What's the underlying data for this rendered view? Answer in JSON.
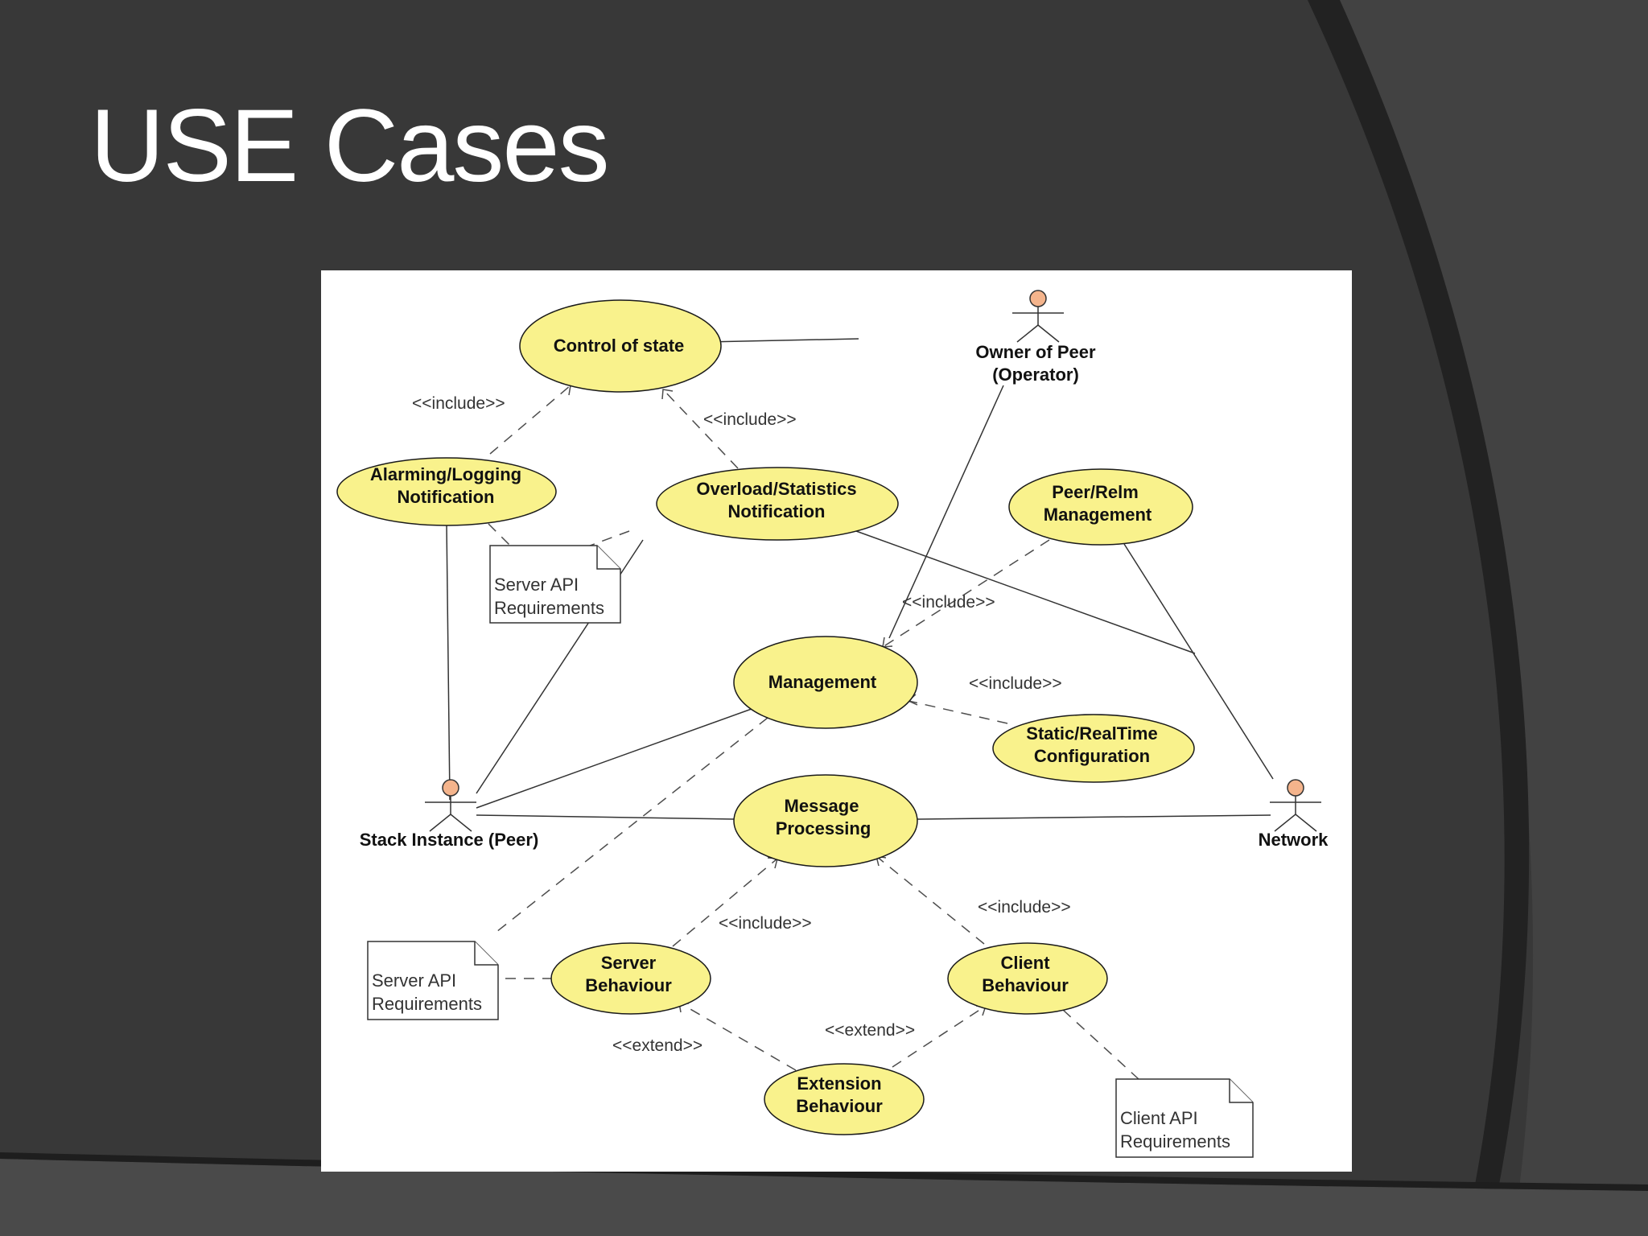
{
  "slide": {
    "title": "USE Cases"
  },
  "diagram": {
    "use_cases": {
      "control_of_state": [
        "Control of state"
      ],
      "alarming_logging": [
        "Alarming/Logging",
        "Notification"
      ],
      "overload_statistics": [
        "Overload/Statistics",
        "Notification"
      ],
      "peer_relm": [
        "Peer/Relm",
        "Management"
      ],
      "management": [
        "Management"
      ],
      "static_realtime": [
        "Static/RealTime",
        "Configuration"
      ],
      "message_processing": [
        "Message",
        "Processing"
      ],
      "server_behaviour": [
        "Server",
        "Behaviour"
      ],
      "client_behaviour": [
        "Client",
        "Behaviour"
      ],
      "extension_behaviour": [
        "Extension",
        "Behaviour"
      ]
    },
    "actors": {
      "owner": [
        "Owner of Peer",
        "(Operator)"
      ],
      "stack": [
        "Stack Instance (Peer)"
      ],
      "network": [
        "Network"
      ]
    },
    "notes": {
      "server_api_top": [
        "Server API",
        "Requirements"
      ],
      "server_api_bottom": [
        "Server API",
        "Requirements"
      ],
      "client_api": [
        "Client API",
        "Requirements"
      ]
    },
    "stereotypes": {
      "include": "<<include>>",
      "extend": "<<extend>>"
    },
    "colors": {
      "use_case_fill": "#f9f28c",
      "actor_head_fill": "#f4b48c",
      "slide_background": "#383838"
    }
  }
}
